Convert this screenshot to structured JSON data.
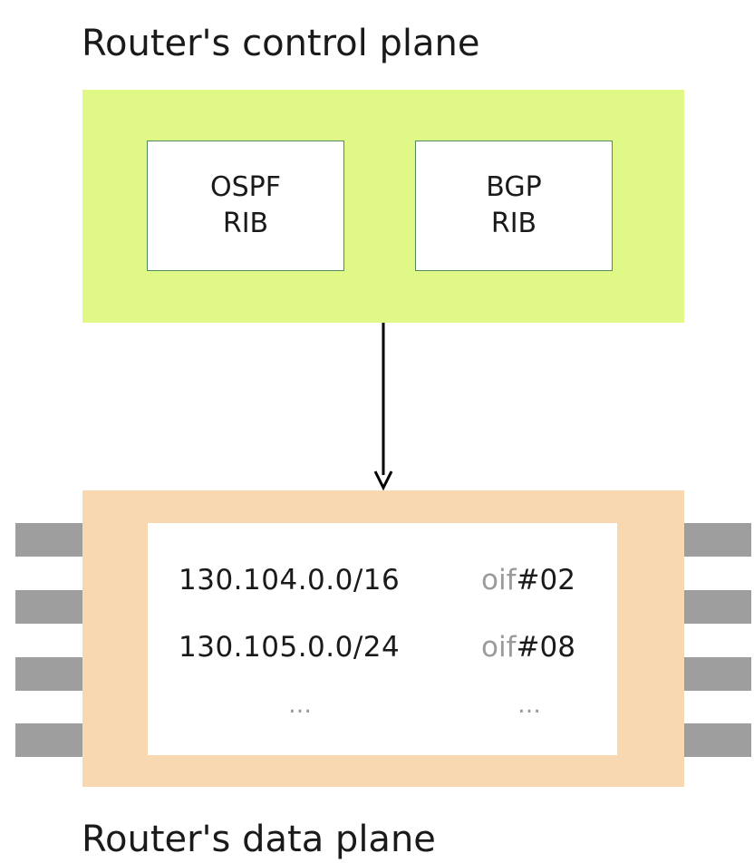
{
  "control_plane": {
    "title": "Router's control plane",
    "ribs": [
      {
        "name": "OSPF",
        "label": "RIB"
      },
      {
        "name": "BGP",
        "label": "RIB"
      }
    ],
    "color": "#e0f986"
  },
  "data_plane": {
    "title": "Router's data plane",
    "color": "#f7d8b0",
    "fib_rows": [
      {
        "prefix": "130.104.0.0/16",
        "oif_label": "oif",
        "oif_number": "#02"
      },
      {
        "prefix": "130.105.0.0/24",
        "oif_label": "oif",
        "oif_number": "#08"
      },
      {
        "prefix": "…",
        "oif_label": "…",
        "oif_number": ""
      }
    ],
    "port_color": "#9e9e9e"
  }
}
